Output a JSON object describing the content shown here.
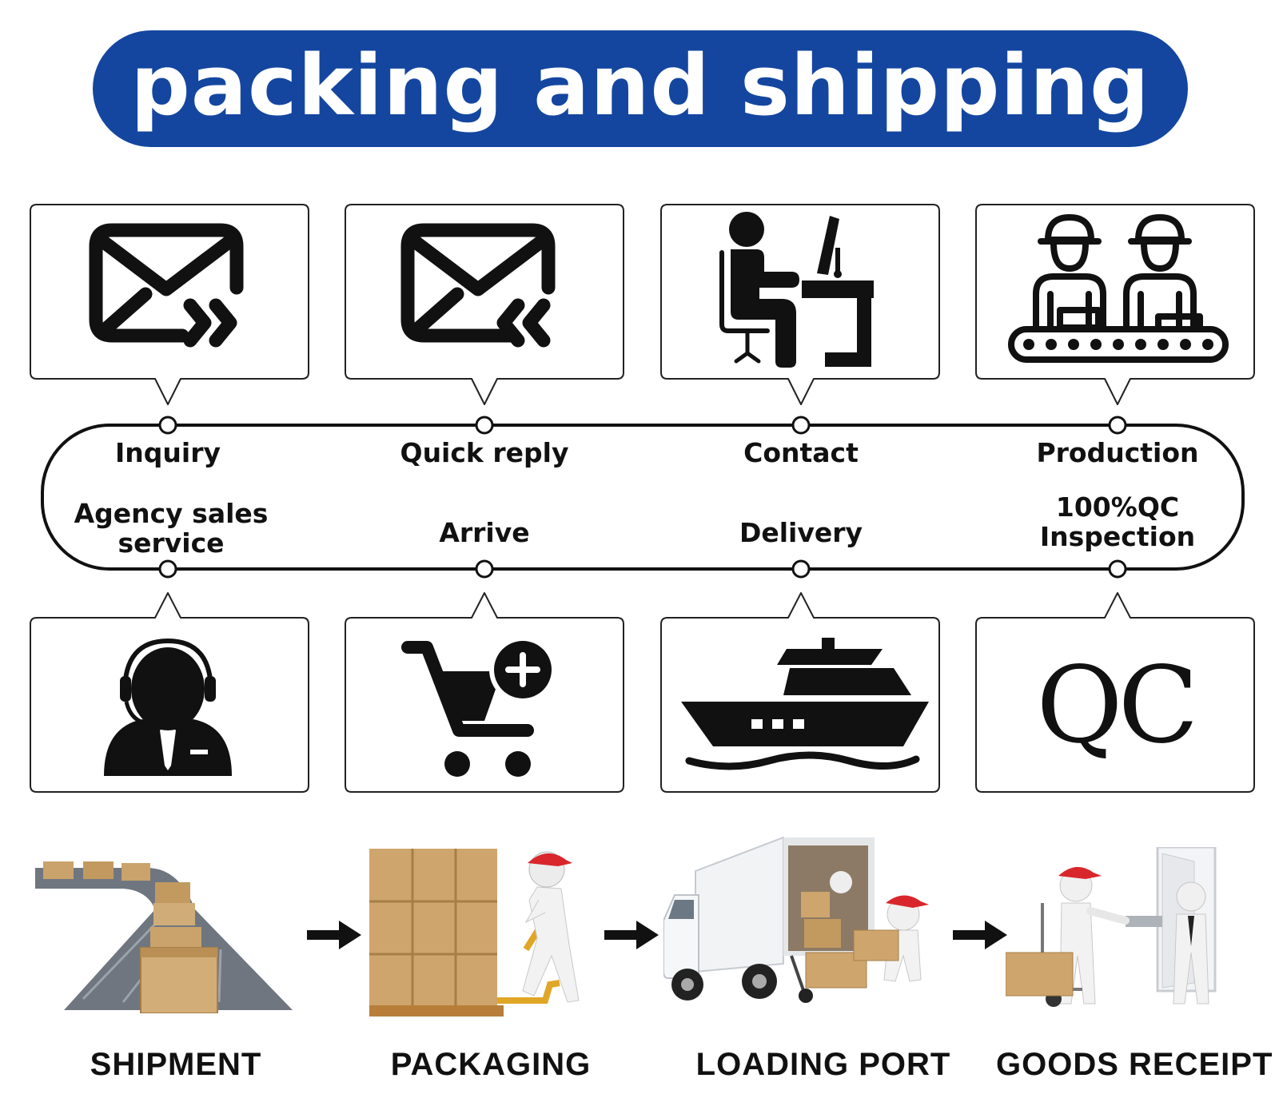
{
  "title": "packing and shipping",
  "steps_top": [
    {
      "label": "Inquiry",
      "icon": "email-forward-icon"
    },
    {
      "label": "Quick reply",
      "icon": "email-reply-icon"
    },
    {
      "label": "Contact",
      "icon": "person-at-desk-icon"
    },
    {
      "label": "Production",
      "icon": "factory-workers-conveyor-icon"
    }
  ],
  "steps_bottom": [
    {
      "label_line1": "Agency sales",
      "label_line2": "service",
      "icon": "customer-service-agent-icon"
    },
    {
      "label_line1": "Arrive",
      "label_line2": "",
      "icon": "shopping-cart-add-icon"
    },
    {
      "label_line1": "Delivery",
      "label_line2": "",
      "icon": "ship-icon"
    },
    {
      "label_line1": "100%QC",
      "label_line2": "Inspection",
      "icon": "qc-icon",
      "icon_text": "QC"
    }
  ],
  "stages": [
    {
      "label": "SHIPMENT",
      "image": "conveyor-boxes-image"
    },
    {
      "label": "PACKAGING",
      "image": "pallet-jack-worker-image"
    },
    {
      "label": "LOADING PORT",
      "image": "delivery-truck-image"
    },
    {
      "label": "GOODS RECEIPT",
      "image": "doorstep-delivery-image"
    }
  ],
  "colors": {
    "banner": "#1446a0",
    "ink": "#111111",
    "box": "#c9a36b",
    "cap": "#d9262c"
  }
}
